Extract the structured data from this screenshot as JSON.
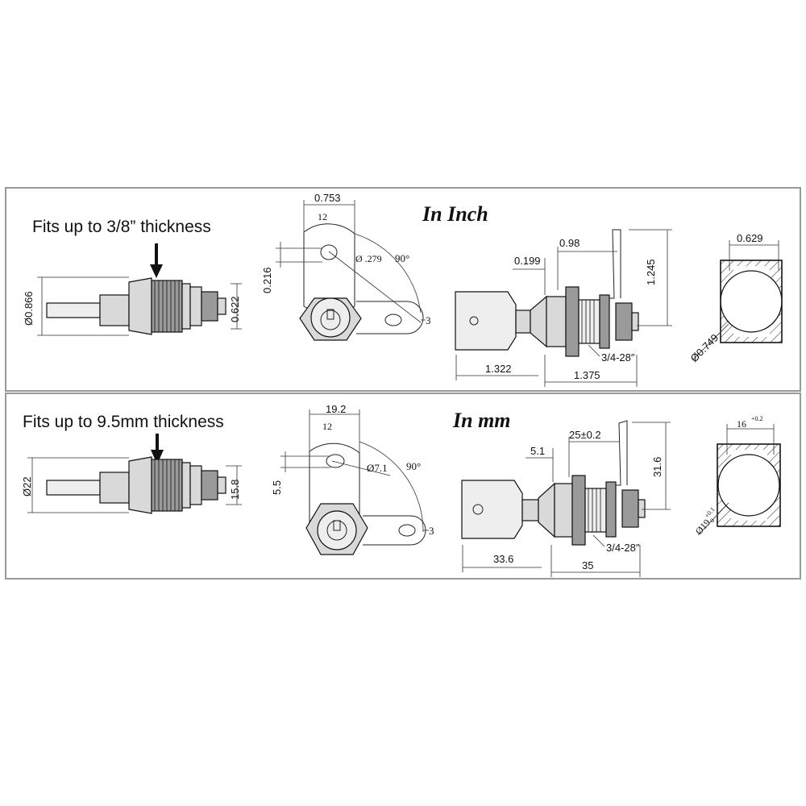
{
  "colors": {
    "border": "#999999",
    "line": "#222222",
    "background": "#ffffff"
  },
  "inch": {
    "title": "In Inch",
    "fit_note": "Fits up to 3/8” thickness",
    "side_dia": "Ø0.866",
    "side_nut": "0.622",
    "front_width": "0.753",
    "front_12": "12",
    "front_hole": "Ø .279",
    "front_angle": "90°",
    "front_offset": "0.216",
    "front_3": "3",
    "cam_098": "0.98",
    "cam_0199": "0.199",
    "cam_1245": "1.245",
    "cam_1322": "1.322",
    "cam_1375": "1.375",
    "thread": "3/4-28″",
    "cut_width": "0.629",
    "cut_dia": "Ø0.749"
  },
  "mm": {
    "title": "In mm",
    "fit_note": "Fits up to 9.5mm thickness",
    "side_dia": "Ø22",
    "side_nut": "15.8",
    "front_width": "19.2",
    "front_12": "12",
    "front_hole": "Ø7.1",
    "front_angle": "90°",
    "front_offset": "5.5",
    "front_3": "3",
    "cam_25": "25±0.2",
    "cam_51": "5.1",
    "cam_316": "31.6",
    "cam_336": "33.6",
    "cam_35": "35",
    "thread": "3/4-28″",
    "cut_width": "16",
    "cut_width_tol": "+0.2",
    "cut_dia": "Ø19",
    "cut_dia_tol_top": "+0.1",
    "cut_dia_tol_bot": "0"
  }
}
